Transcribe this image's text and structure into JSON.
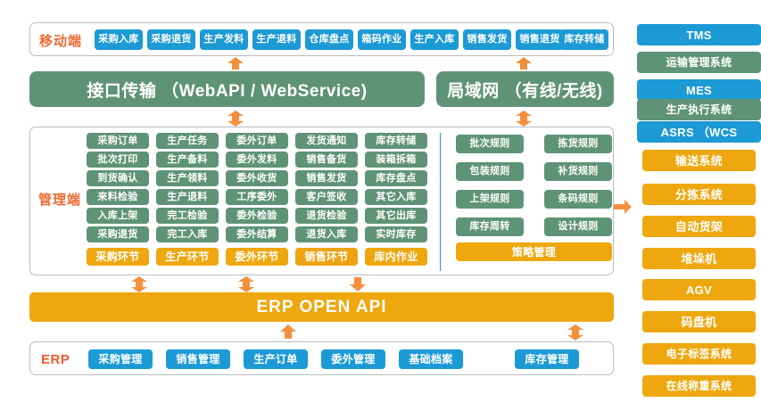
{
  "mobile": {
    "label": "移动端",
    "items": [
      "采购入库",
      "采购退货",
      "生产发料",
      "生产退料",
      "仓库盘点",
      "箱码作业",
      "生产入库",
      "销售发货",
      "销售退货",
      "库存转储"
    ]
  },
  "transport": {
    "api_bar": "接口传输 （WebAPI / WebService)",
    "lan_bar": "局域网 （有线/无线)"
  },
  "management": {
    "label": "管理端",
    "columns": [
      {
        "footer": "采购环节",
        "items": [
          "采购订单",
          "批次打印",
          "到货确认",
          "来料检验",
          "入库上架",
          "采购退货"
        ]
      },
      {
        "footer": "生产环节",
        "items": [
          "生产任务",
          "生产备料",
          "生产领料",
          "生产退料",
          "完工检验",
          "完工入库"
        ]
      },
      {
        "footer": "委外环节",
        "items": [
          "委外订单",
          "委外发料",
          "委外收货",
          "工序委外",
          "委外检验",
          "委外结算"
        ]
      },
      {
        "footer": "销售环节",
        "items": [
          "发货通知",
          "销售备货",
          "销售发货",
          "客户签收",
          "退货检验",
          "退货入库"
        ]
      },
      {
        "footer": "库内作业",
        "items": [
          "库存转储",
          "装箱拆箱",
          "库存盘点",
          "其它入库",
          "其它出库",
          "实时库存"
        ]
      }
    ]
  },
  "strategy": {
    "footer": "策略管理",
    "rows": [
      [
        "批次规则",
        "拣货规则"
      ],
      [
        "包装规则",
        "补货规则"
      ],
      [
        "上架规则",
        "条码规则"
      ],
      [
        "库存周转",
        "设计规则"
      ]
    ]
  },
  "erp_api": {
    "label": "ERP  OPEN API"
  },
  "erp": {
    "label": "ERP",
    "items": [
      "采购管理",
      "销售管理",
      "生产订单",
      "委外管理",
      "基础档案"
    ],
    "right_item": "库存管理"
  },
  "right_column": {
    "systems": [
      {
        "code": "TMS",
        "name": "运输管理系统"
      },
      {
        "code": "MES",
        "name": "生产执行系统"
      }
    ],
    "asrs_header": "ASRS （WCS",
    "asrs_items": [
      "输送系统",
      "分拣系统",
      "自动货架",
      "堆垛机",
      "AGV",
      "码盘机",
      "电子标签系统",
      "在线称重系统"
    ]
  },
  "colors": {
    "blue": "#1C9AD6",
    "green": "#5F9377",
    "amber": "#EFA70F",
    "orange_arrow": "#F4903D",
    "label_orange": "#EC6A33"
  }
}
